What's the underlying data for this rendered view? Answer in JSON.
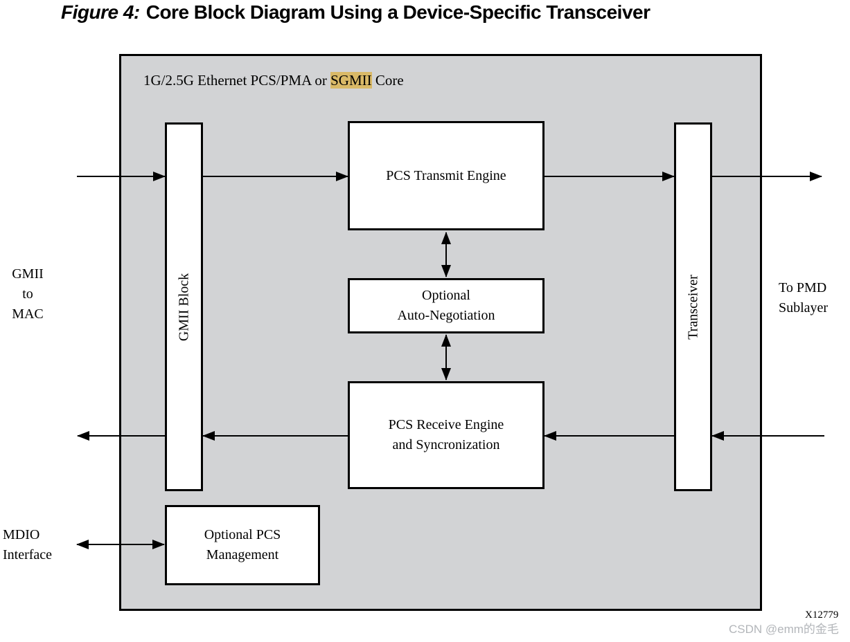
{
  "title": {
    "prefix": "Figure 4:",
    "text": "Core Block Diagram Using a Device-Specific Transceiver"
  },
  "core": {
    "label_pre": "1G/2.5G Ethernet PCS/PMA or ",
    "label_highlight": "SGMII",
    "label_post": " Core",
    "highlight_color": "#d9b967",
    "background_color": "#d2d3d5"
  },
  "blocks": {
    "gmii_block": {
      "label": "GMII Block"
    },
    "transceiver": {
      "label": "Transceiver"
    },
    "pcs_transmit": {
      "label": "PCS Transmit Engine"
    },
    "auto_negotiation": {
      "line1": "Optional",
      "line2": "Auto-Negotiation"
    },
    "pcs_receive": {
      "line1": "PCS Receive Engine",
      "line2": "and Syncronization"
    },
    "pcs_management": {
      "line1": "Optional PCS",
      "line2": "Management"
    }
  },
  "labels": {
    "gmii_to_mac": [
      "GMII",
      "to",
      "MAC"
    ],
    "to_pmd": [
      "To PMD",
      "Sublayer"
    ],
    "mdio": [
      "MDIO",
      "Interface"
    ],
    "figure_id": "X12779",
    "watermark": "CSDN @emm的金毛"
  }
}
